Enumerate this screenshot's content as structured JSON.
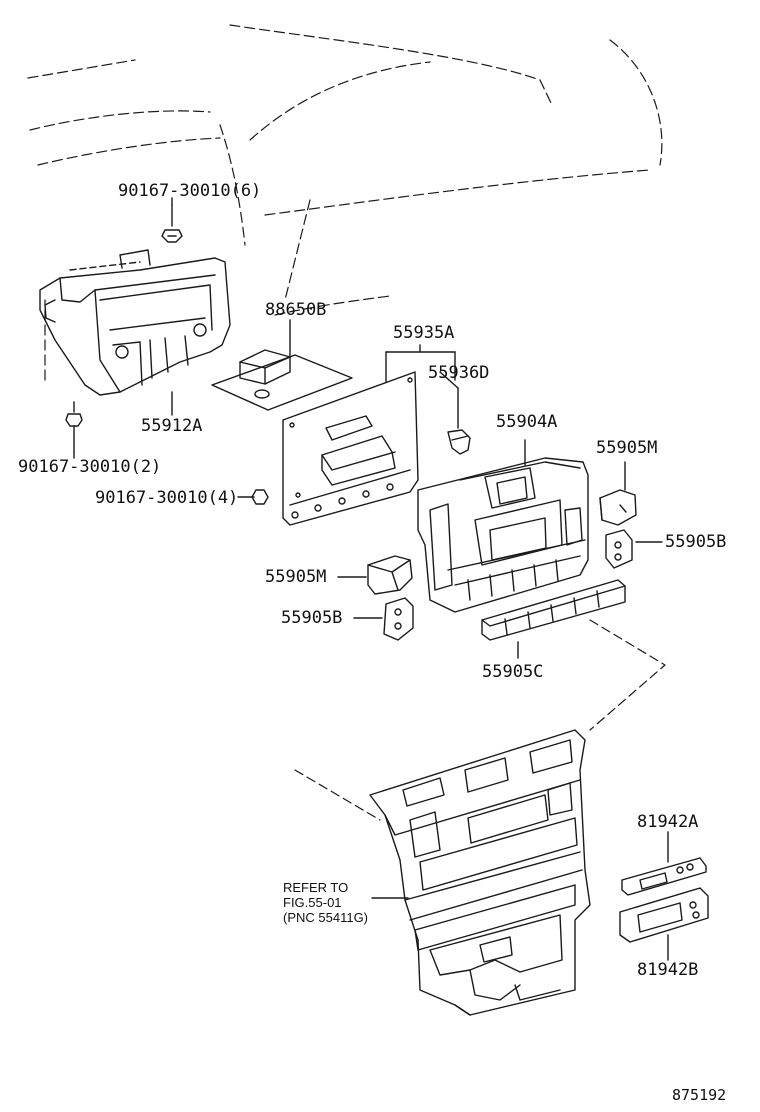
{
  "labels": {
    "p90167_top": "90167-30010(6)",
    "p88650b": "88650B",
    "p55935a": "55935A",
    "p55936d": "55936D",
    "p55912a": "55912A",
    "p90167_left": "90167-30010(2)",
    "p55904a": "55904A",
    "p55905m_right": "55905M",
    "p90167_mid": "90167-30010(4)",
    "p55905b_right": "55905B",
    "p55905m_left": "55905M",
    "p55905b_left": "55905B",
    "p55905c": "55905C",
    "p81942a": "81942A",
    "p81942b": "81942B",
    "refer_line1": "REFER TO",
    "refer_line2": "FIG.55-01",
    "refer_line3": "(PNC 55411G)",
    "figure_number": "875192"
  }
}
